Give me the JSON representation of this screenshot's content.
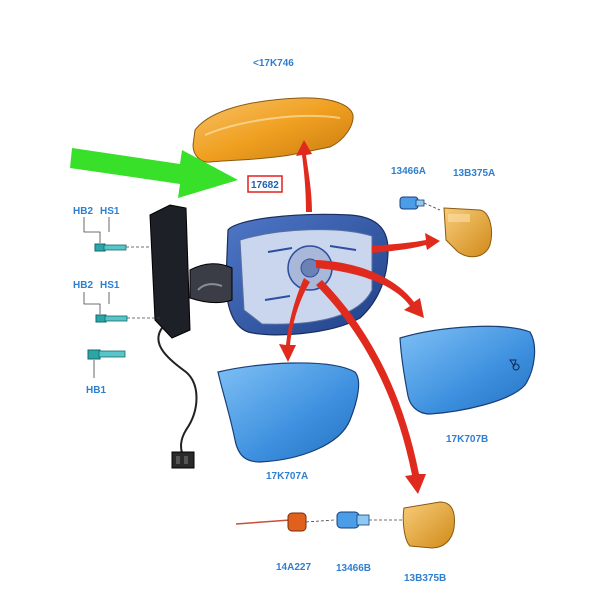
{
  "labels": {
    "cap": "<17K746",
    "housing": "17682",
    "bulb_top": "13466A",
    "lamp_top": "13B375A",
    "hb2_top": "HB2",
    "hs1_top": "HS1",
    "hb2_mid": "HB2",
    "hs1_mid": "HS1",
    "hb1": "HB1",
    "glass_left": "17K707A",
    "glass_right": "17K707B",
    "wire": "14A227",
    "bulb_bottom": "13466B",
    "lamp_bottom": "13B375B"
  },
  "colors": {
    "label_blue": "#2f7fd0",
    "arrow_red": "#e02a1e",
    "arrow_green": "#38e02a",
    "cap_orange": "#f0a020",
    "glass_blue": "#4a9de6",
    "housing_blue": "#2c4f9e",
    "screw_teal": "#2aa5a8",
    "highlight_box": "#e0201e"
  }
}
